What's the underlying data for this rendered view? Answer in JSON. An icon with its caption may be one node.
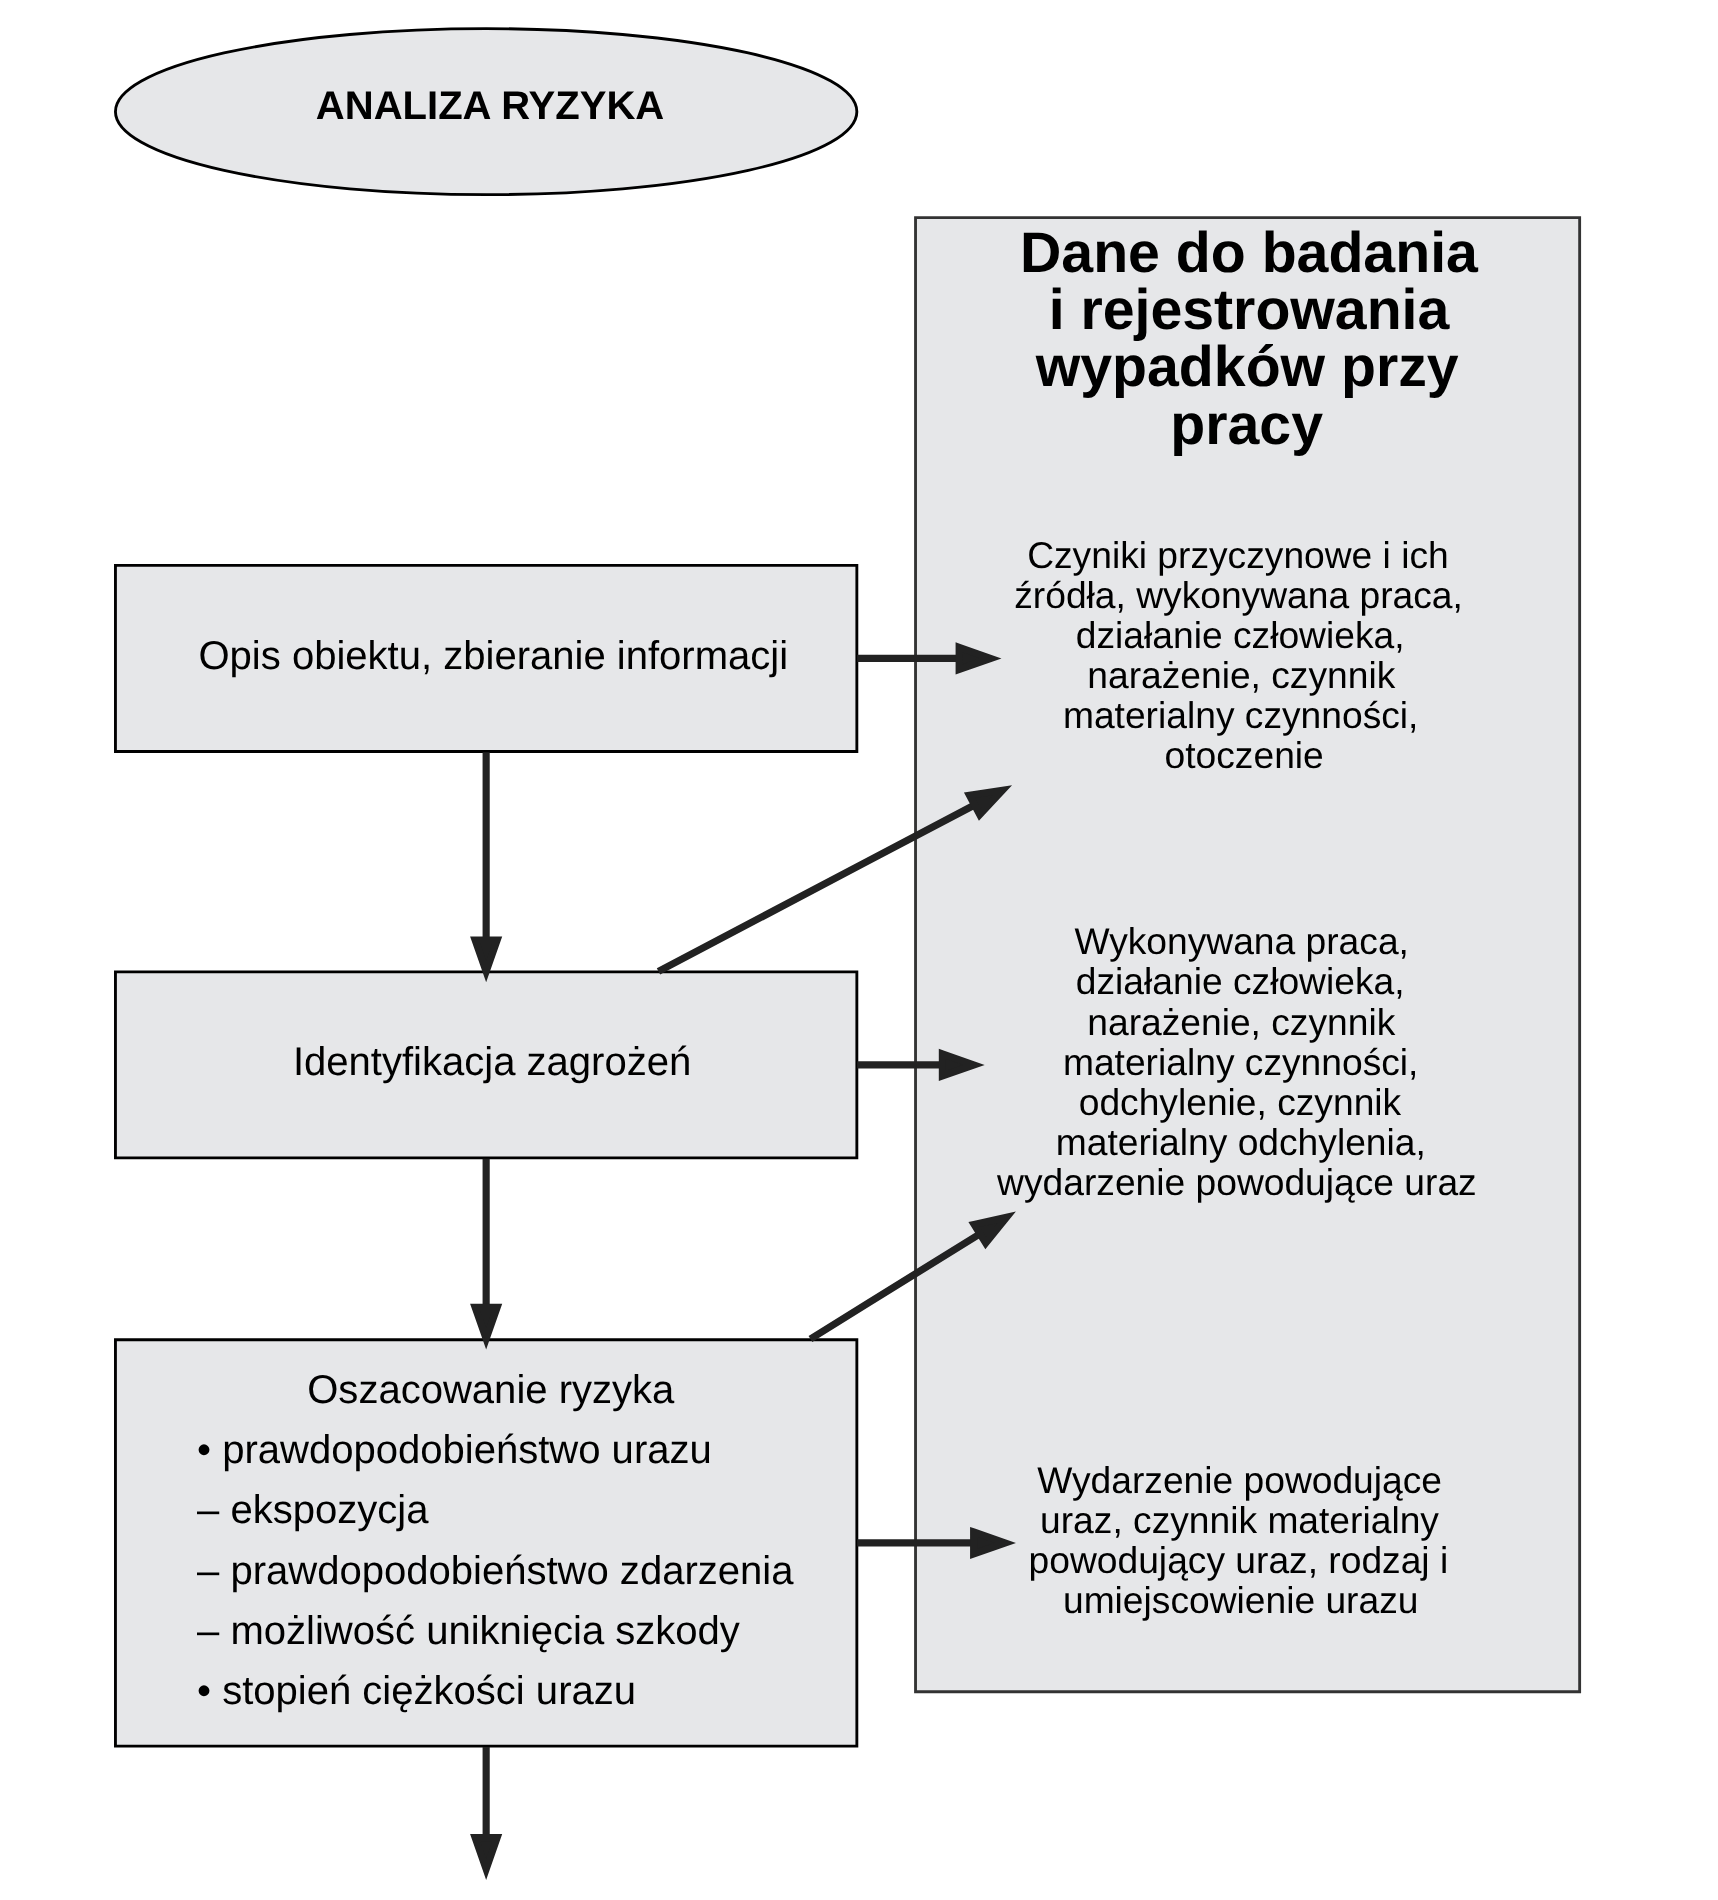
{
  "diagram": {
    "nodes": [
      {
        "text": [
          "ANALIZA RYZYKA"
        ]
      },
      {
        "text": [
          "Opis obiektu, zbieranie informacji"
        ]
      },
      {
        "text": [
          "Identyfikacja zagrożeń"
        ]
      },
      {
        "text": [
          "Oszacowanie ryzyka",
          "• prawdopodobieństwo urazu",
          "– ekspozycja",
          "– prawdopodobieństwo zdarzenia",
          "– możliwość uniknięcia szkody",
          "• stopień ciężkości urazu"
        ]
      },
      {
        "text": [
          "Dane do badania i rejestrowania wypadków przy pracy"
        ]
      },
      {
        "text": [
          "Czyniki przyczynowe i ich źródła, wykonywana praca, działanie człowieka, narażenie, czynnik materialny czynności, otoczenie"
        ],
        "in": 4
      },
      {
        "text": [
          "Wykonywana praca, działanie człowieka, narażenie, czynnik materialny czynności, odchylenie, czynnik materialny odchylenia, wydarzenie powodujące uraz"
        ],
        "in": 4
      },
      {
        "text": [
          "Wydarzenie powodujące uraz, czynnik materialny powodujący uraz, rodzaj i umiejscowienie urazu"
        ],
        "in": 4
      }
    ],
    "edges": [
      {
        "from": 1,
        "to": 5,
        "arrow": "to"
      },
      {
        "from": 1,
        "to": 2,
        "arrow": "to"
      },
      {
        "from": 2,
        "to": 5,
        "arrow": "to"
      },
      {
        "from": 2,
        "to": 6,
        "arrow": "to"
      },
      {
        "from": 2,
        "to": 3,
        "arrow": "to"
      },
      {
        "from": 3,
        "to": 6,
        "arrow": "to"
      },
      {
        "from": 3,
        "to": 7,
        "arrow": "to"
      },
      {
        "from": 3,
        "to": null,
        "arrow": "to"
      }
    ]
  }
}
